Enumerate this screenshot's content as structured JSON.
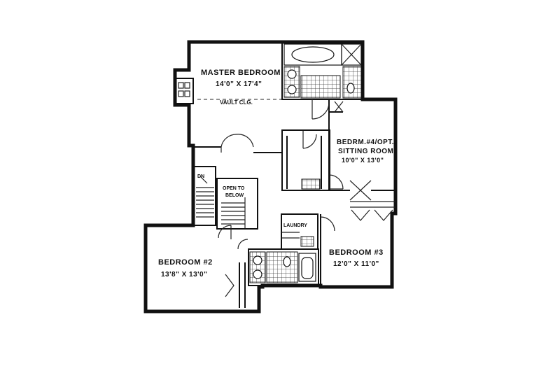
{
  "rooms": {
    "master": {
      "name": "MASTER BEDROOM",
      "size": "14'0\" X 17'4\"",
      "note": "VAULT CLG."
    },
    "bedroom4": {
      "name": "BEDRM.#4/OPT.",
      "name2": "SITTING ROOM",
      "size": "10'0\" X 13'0\""
    },
    "bedroom2": {
      "name": "BEDROOM #2",
      "size": "13'8\" X 13'0\""
    },
    "bedroom3": {
      "name": "BEDROOM #3",
      "size": "12'0\" X 11'0\""
    },
    "open_to_below": {
      "line1": "OPEN TO",
      "line2": "BELOW"
    },
    "laundry": {
      "name": "LAUNDRY"
    },
    "stair": {
      "dn": "DN"
    }
  }
}
